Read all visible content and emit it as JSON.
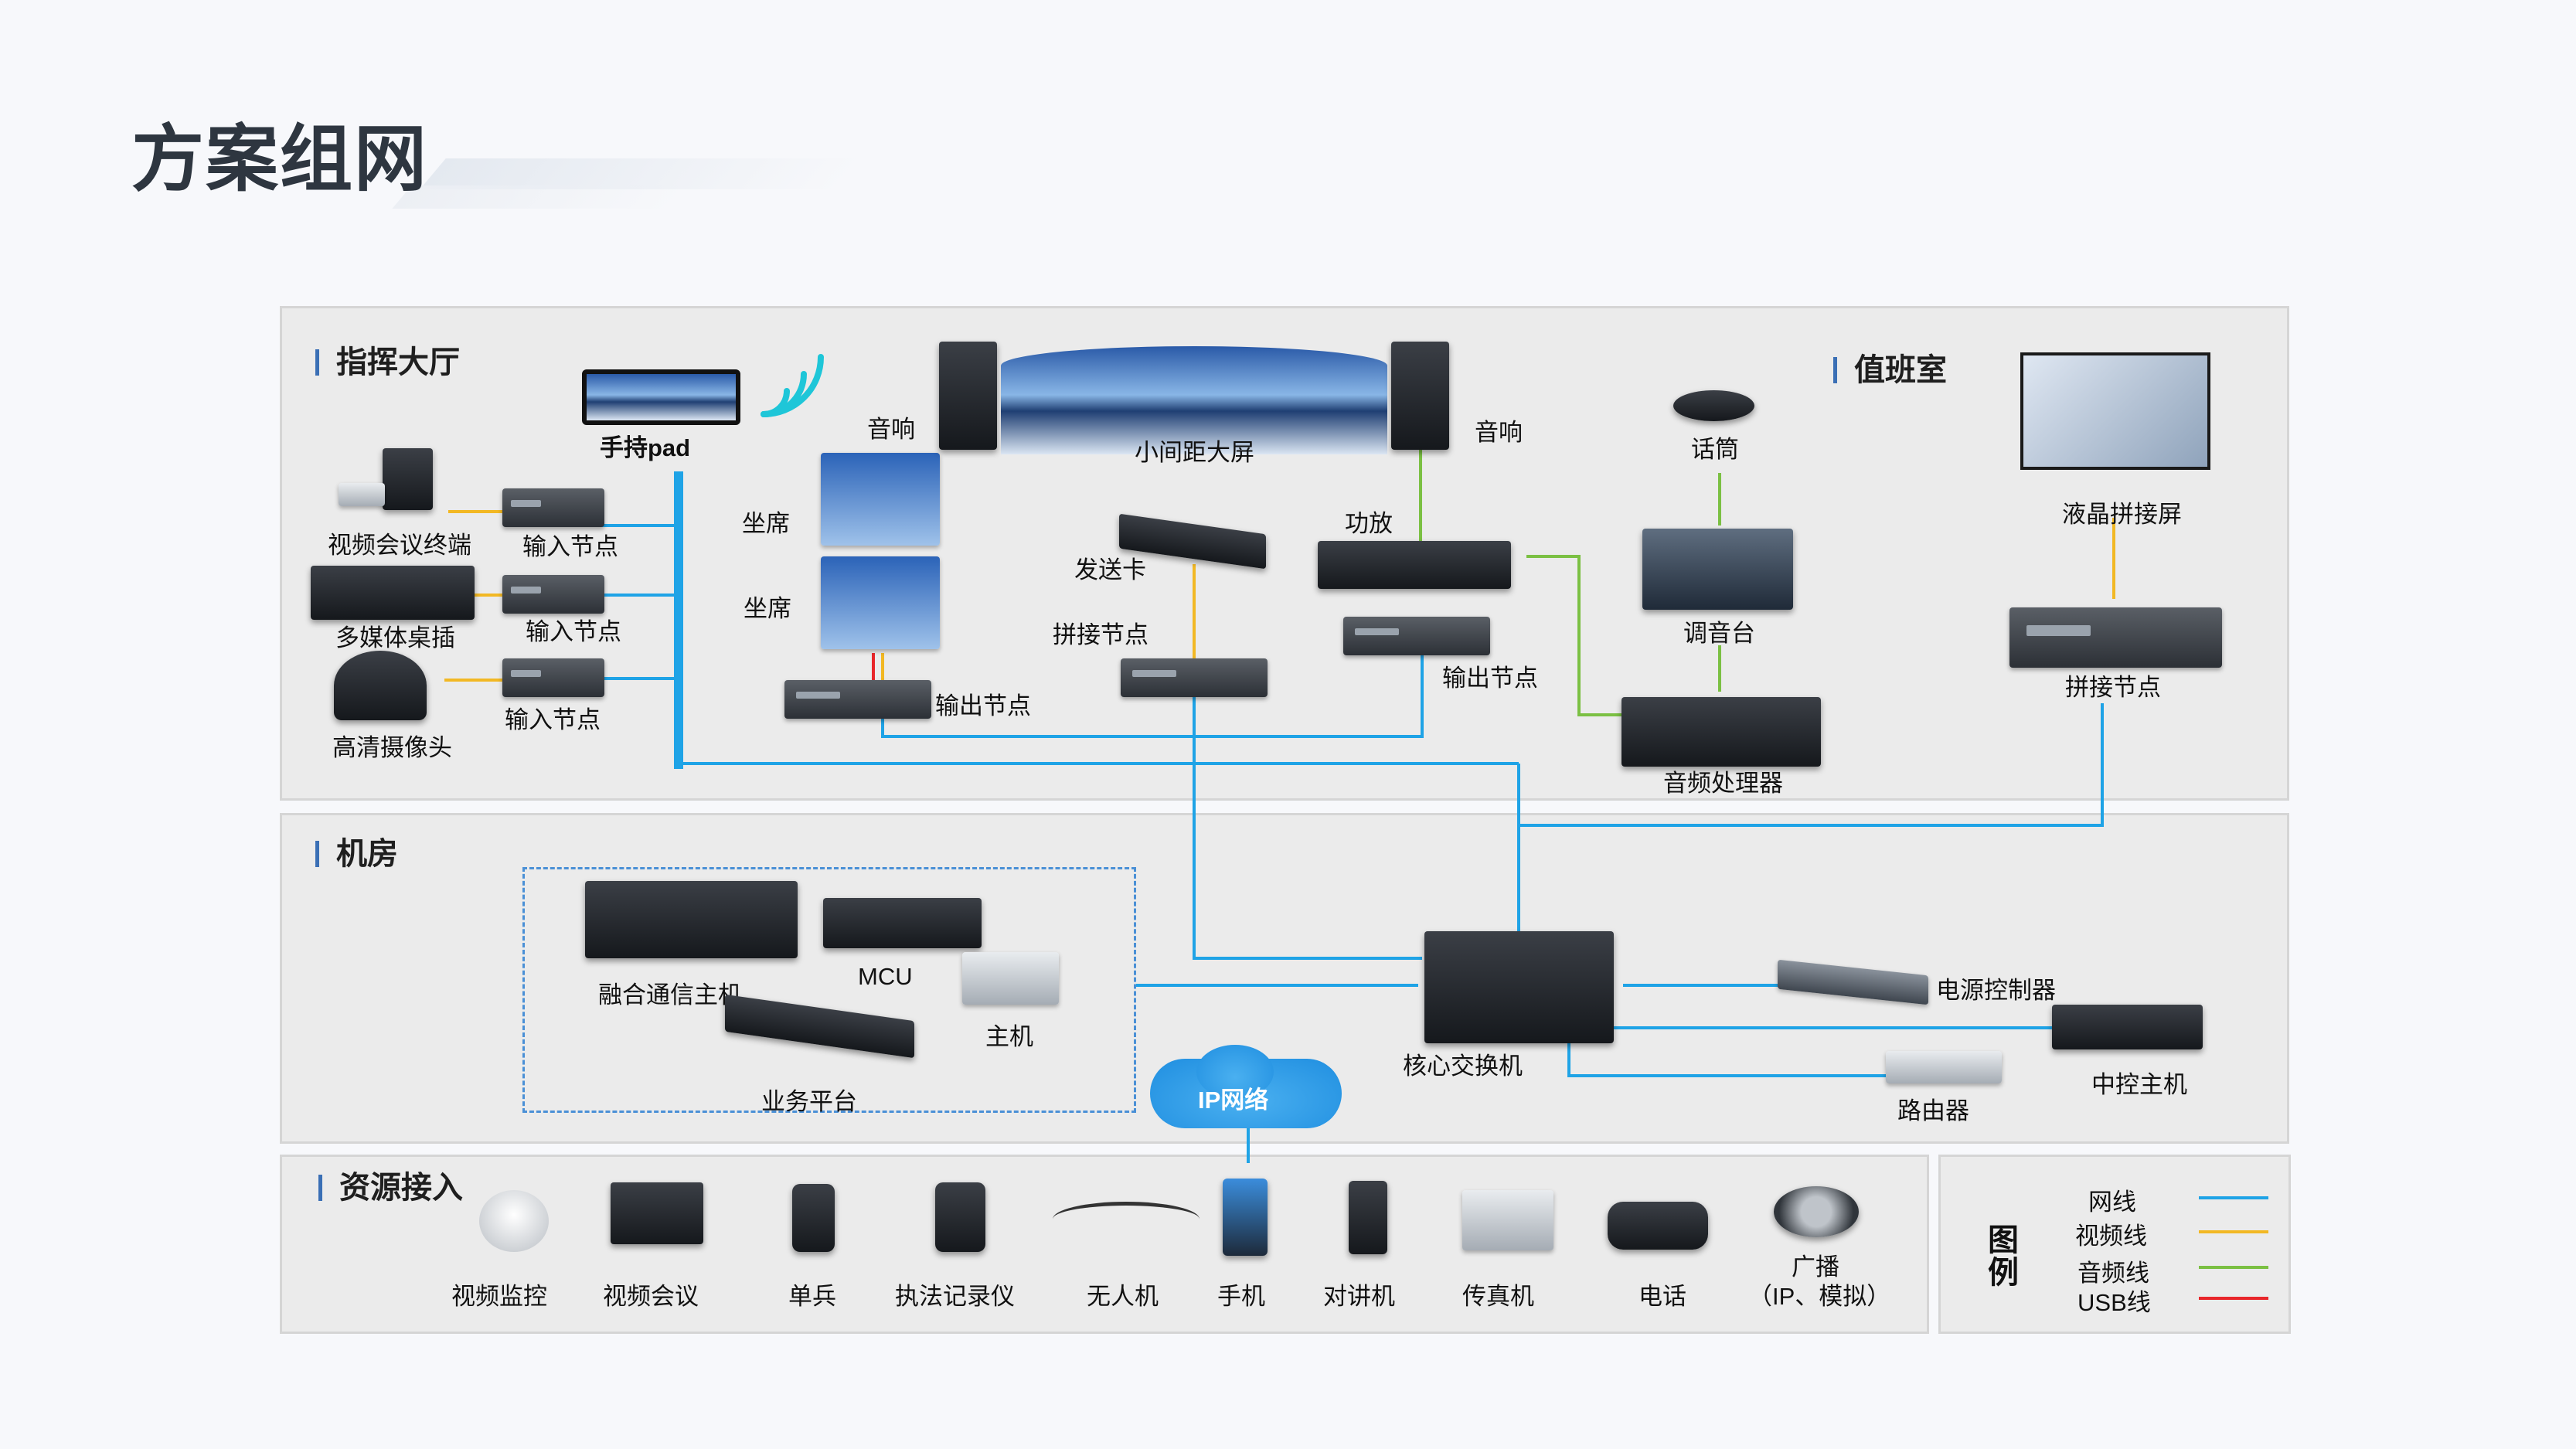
{
  "page": {
    "title": "方案组网"
  },
  "sections": {
    "command_hall": "指挥大厅",
    "duty_room": "值班室",
    "machine_room": "机房",
    "resource_access": "资源接入"
  },
  "command_hall": {
    "pad": "手持pad",
    "video_conf_terminal": "视频会议终端",
    "multimedia_socket": "多媒体桌插",
    "hd_camera": "高清摄像头",
    "input_node_1": "输入节点",
    "input_node_2": "输入节点",
    "input_node_3": "输入节点",
    "seat_1": "坐席",
    "seat_2": "坐席",
    "output_node_left": "输出节点",
    "speaker_left": "音响",
    "speaker_right": "音响",
    "small_pitch_screen": "小间距大屏",
    "send_card": "发送卡",
    "splice_node": "拼接节点",
    "amplifier": "功放",
    "output_node_right": "输出节点",
    "microphone": "话筒",
    "mixer": "调音台",
    "audio_processor": "音频处理器"
  },
  "duty_room": {
    "lcd_wall": "液晶拼接屏",
    "splice_node": "拼接节点"
  },
  "machine_room": {
    "fusion_host": "融合通信主机",
    "mcu": "MCU",
    "host": "主机",
    "business_platform": "业务平台",
    "core_switch": "核心交换机",
    "power_controller": "电源控制器",
    "router": "路由器",
    "central_control_host": "中控主机",
    "ip_network": "IP网络"
  },
  "resources": [
    {
      "label": "视频监控",
      "icon": "dome-camera-icon"
    },
    {
      "label": "视频会议",
      "icon": "video-conference-icon"
    },
    {
      "label": "单兵",
      "icon": "body-terminal-icon"
    },
    {
      "label": "执法记录仪",
      "icon": "body-camera-icon"
    },
    {
      "label": "无人机",
      "icon": "drone-icon"
    },
    {
      "label": "手机",
      "icon": "phone-icon"
    },
    {
      "label": "对讲机",
      "icon": "walkie-talkie-icon"
    },
    {
      "label": "传真机",
      "icon": "fax-icon"
    },
    {
      "label": "电话",
      "icon": "telephone-icon"
    },
    {
      "label": "广播",
      "label2": "（IP、模拟）",
      "icon": "broadcast-icon"
    }
  ],
  "legend": {
    "title_1": "图",
    "title_2": "例",
    "items": [
      {
        "label": "网线",
        "color": "#1fa3e6"
      },
      {
        "label": "视频线",
        "color": "#f2b824"
      },
      {
        "label": "音频线",
        "color": "#7bc043"
      },
      {
        "label": "USB线",
        "color": "#e8262a"
      }
    ]
  },
  "colors": {
    "network": "#1fa3e6",
    "video": "#f2b824",
    "audio": "#7bc043",
    "usb": "#e8262a"
  }
}
